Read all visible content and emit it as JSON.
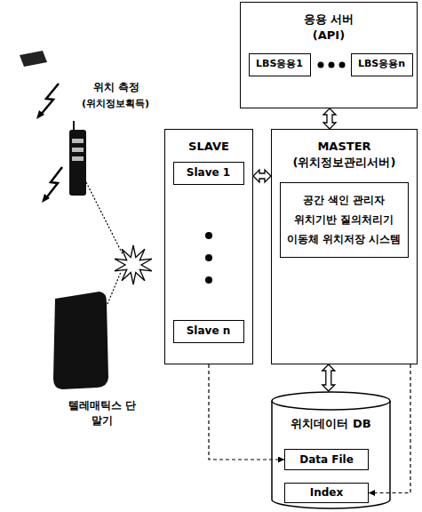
{
  "diagram": {
    "nodes": [
      {
        "text": [
          "응용 서버",
          "(API)"
        ]
      },
      {
        "text": [
          "LBS응용1"
        ],
        "in": 0
      },
      {
        "text": [
          "LBS응용n"
        ],
        "in": 0
      },
      {
        "text": [
          "SLAVE"
        ]
      },
      {
        "text": [
          "Slave 1"
        ],
        "in": 3
      },
      {
        "text": [
          "Slave n"
        ],
        "in": 3
      },
      {
        "text": [
          "MASTER",
          "(위치정보관리서버)"
        ]
      },
      {
        "text": [
          "공간 색인 관리자",
          "위치기반 질의처리기",
          "이동체 위치저장 시스템"
        ],
        "in": 6
      },
      {
        "text": [
          "위치데이터 DB"
        ]
      },
      {
        "text": [
          "Data File"
        ],
        "in": 8
      },
      {
        "text": [
          "Index"
        ],
        "in": 8
      }
    ],
    "edges": [
      {
        "from": 0,
        "to": 6,
        "arrow": "both"
      },
      {
        "from": 3,
        "to": 6,
        "arrow": "both"
      },
      {
        "from": 6,
        "to": 8,
        "arrow": "both"
      },
      {
        "from": 3,
        "to": 9,
        "arrow": "to"
      },
      {
        "from": 6,
        "to": 10,
        "arrow": "to"
      }
    ],
    "labels": [
      "위치 측정",
      "(위치정보획득)",
      "텔레매틱스 단말기"
    ]
  }
}
